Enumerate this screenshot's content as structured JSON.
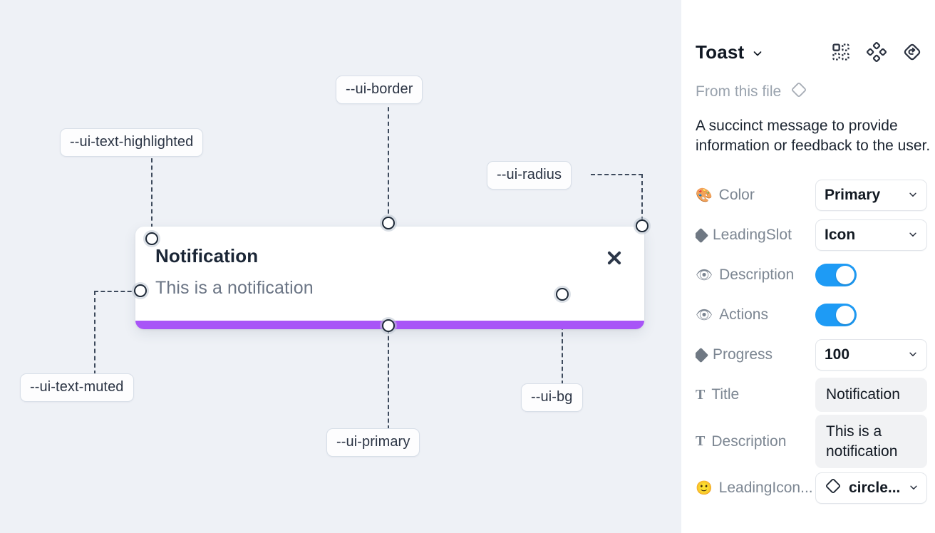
{
  "canvas": {
    "tokens": [
      {
        "name": "ui-text-highlighted",
        "label": "--ui-text-highlighted"
      },
      {
        "name": "ui-border",
        "label": "--ui-border"
      },
      {
        "name": "ui-radius",
        "label": "--ui-radius"
      },
      {
        "name": "ui-text-muted",
        "label": "--ui-text-muted"
      },
      {
        "name": "ui-primary",
        "label": "--ui-primary"
      },
      {
        "name": "ui-bg",
        "label": "--ui-bg"
      }
    ],
    "toast": {
      "title": "Notification",
      "description": "This is a notification",
      "close_icon": "close-icon",
      "progress_color": "#a855f7"
    },
    "background_color": "#eef1f6"
  },
  "panel": {
    "title": "Toast",
    "header_icons": [
      "component-variants-icon",
      "component-instance-icon",
      "reset-component-icon"
    ],
    "from_this_file": "From this file",
    "description": "A succinct message to provide information or feedback to the user.",
    "properties": [
      {
        "name": "color",
        "icon": "palette-emoji",
        "icon_glyph": "🎨",
        "label": "Color",
        "type": "select",
        "value": "Primary"
      },
      {
        "name": "leadingslot",
        "icon": "diamond-icon",
        "icon_glyph": "",
        "label": "LeadingSlot",
        "type": "select",
        "value": "Icon"
      },
      {
        "name": "description",
        "icon": "eye-emoji",
        "icon_glyph": "👁",
        "label": "Description",
        "type": "toggle",
        "value": "on"
      },
      {
        "name": "actions",
        "icon": "eye-emoji",
        "icon_glyph": "👁",
        "label": "Actions",
        "type": "toggle",
        "value": "on"
      },
      {
        "name": "progress",
        "icon": "diamond-icon",
        "icon_glyph": "",
        "label": "Progress",
        "type": "select",
        "value": "100"
      },
      {
        "name": "title",
        "icon": "text-icon",
        "icon_glyph": "T",
        "label": "Title",
        "type": "text",
        "value": "Notification"
      },
      {
        "name": "description2",
        "icon": "text-icon",
        "icon_glyph": "T",
        "label": "Description",
        "type": "text",
        "value": "This is a notification"
      },
      {
        "name": "leadingicon",
        "icon": "smiley-emoji",
        "icon_glyph": "🙂",
        "label": "LeadingIcon...",
        "type": "iconselect",
        "value": "circle..."
      }
    ],
    "accent_color": "#1e9bf5"
  }
}
